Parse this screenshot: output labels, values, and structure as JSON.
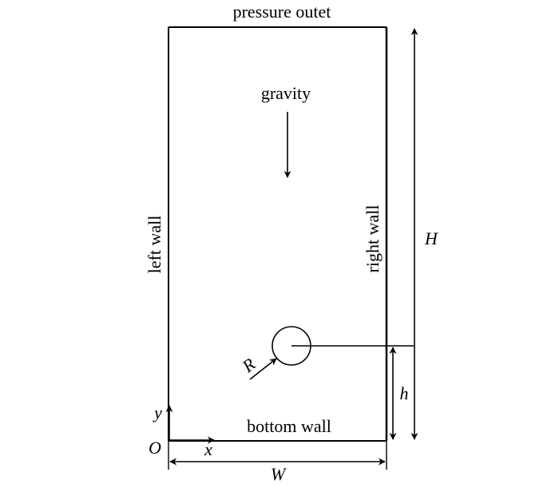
{
  "labels": {
    "top": "pressure outet",
    "gravity": "gravity",
    "left": "left wall",
    "right": "right wall",
    "bottom": "bottom wall",
    "height_total": "H",
    "height_bubble": "h",
    "width": "W",
    "radius": "R",
    "origin": "O",
    "x_axis": "x",
    "y_axis": "y"
  },
  "colors": {
    "stroke": "#000000",
    "background": "#ffffff"
  }
}
